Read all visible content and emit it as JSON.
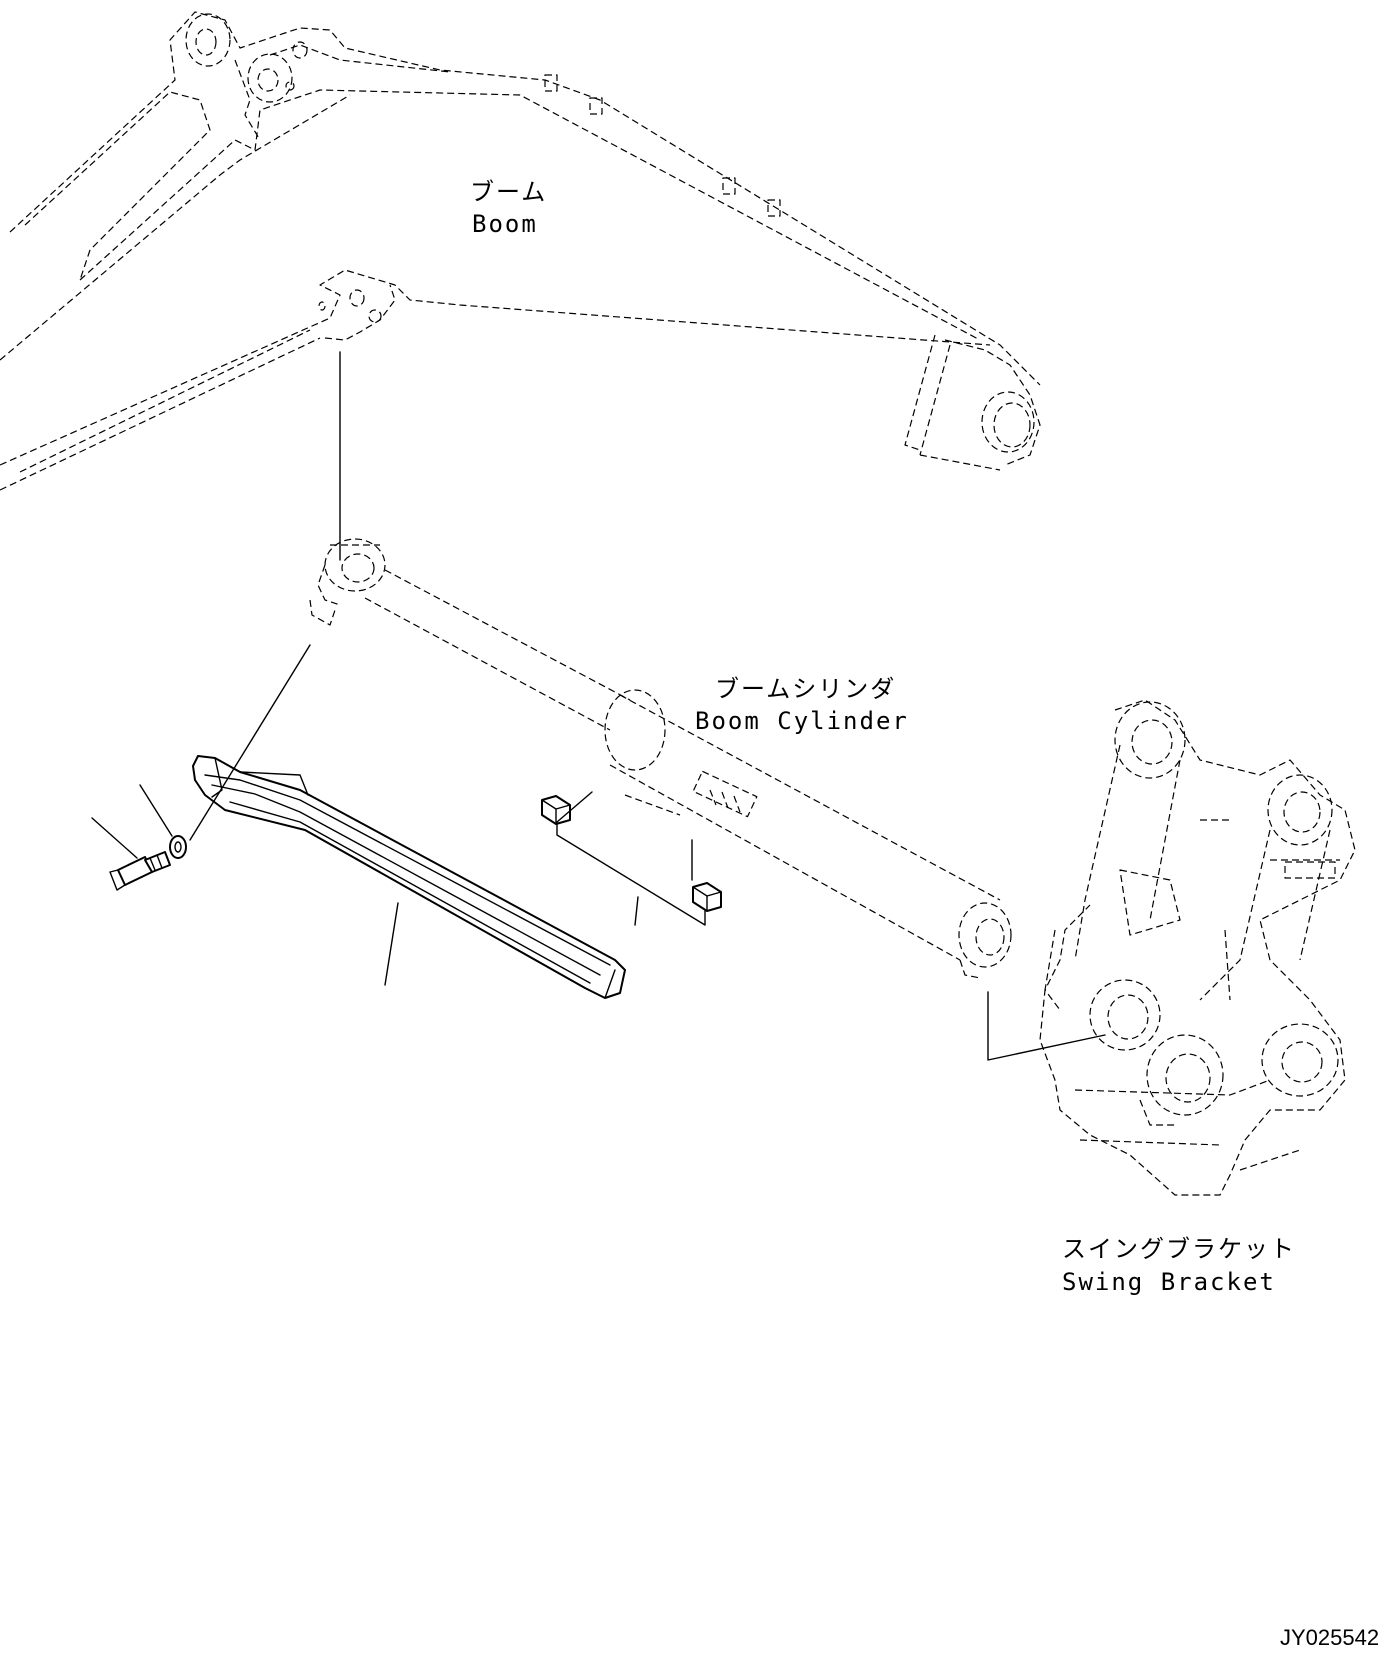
{
  "labels": {
    "boom_jp": "ブーム",
    "boom_en": "Boom",
    "cylinder_jp": "ブームシリンダ",
    "cylinder_en": "Boom Cylinder",
    "bracket_jp": "スイングブラケット",
    "bracket_en": "Swing Bracket"
  },
  "drawing_code": "JY025542"
}
